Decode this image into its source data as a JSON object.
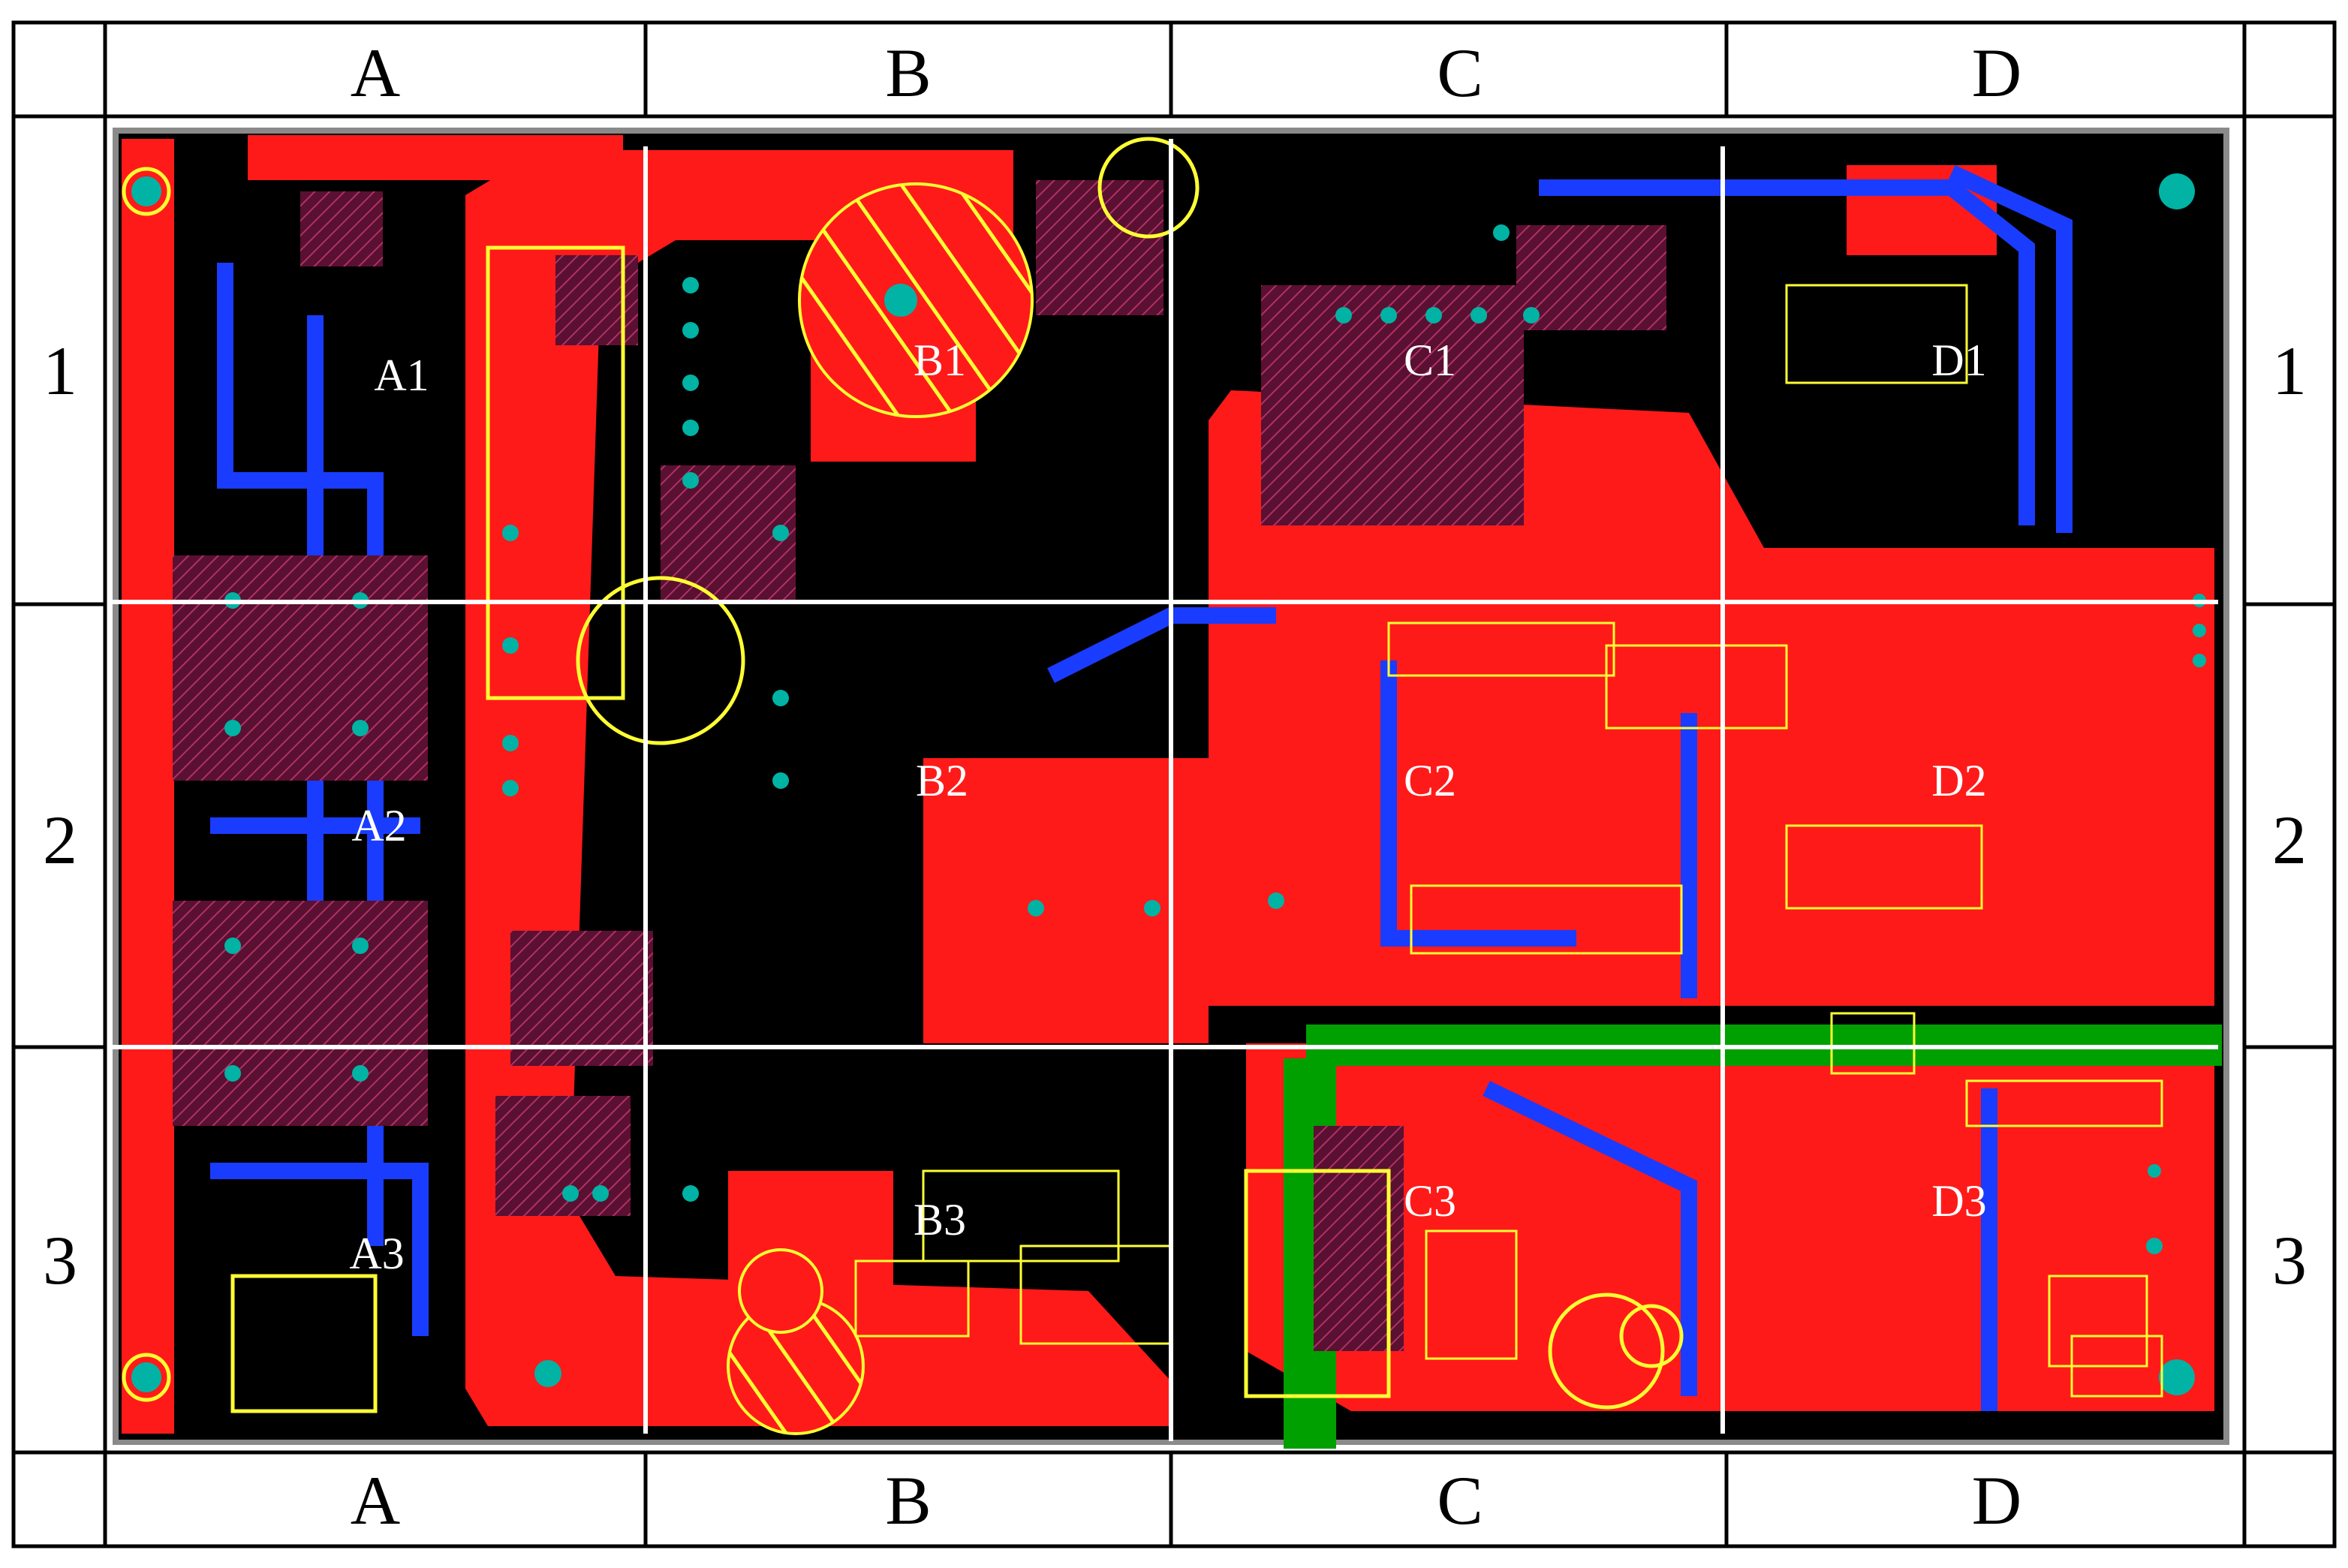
{
  "grid": {
    "columns": [
      "A",
      "B",
      "C",
      "D"
    ],
    "rows": [
      "1",
      "2",
      "3"
    ]
  },
  "zones": [
    {
      "id": "A1",
      "label": "A1"
    },
    {
      "id": "B1",
      "label": "B1"
    },
    {
      "id": "C1",
      "label": "C1"
    },
    {
      "id": "D1",
      "label": "D1"
    },
    {
      "id": "A2",
      "label": "A2"
    },
    {
      "id": "B2",
      "label": "B2"
    },
    {
      "id": "C2",
      "label": "C2"
    },
    {
      "id": "D2",
      "label": "D2"
    },
    {
      "id": "A3",
      "label": "A3"
    },
    {
      "id": "B3",
      "label": "B3"
    },
    {
      "id": "C3",
      "label": "C3"
    },
    {
      "id": "D3",
      "label": "D3"
    }
  ],
  "colors": {
    "board_background": "#000000",
    "copper_top": "#ff1a1a",
    "copper_bottom": "#1a3cff",
    "keepout": "#00a000",
    "silkscreen": "#ffff33",
    "pad": "#00b3a4",
    "grid_line": "#ffffff",
    "frame": "#000000"
  }
}
